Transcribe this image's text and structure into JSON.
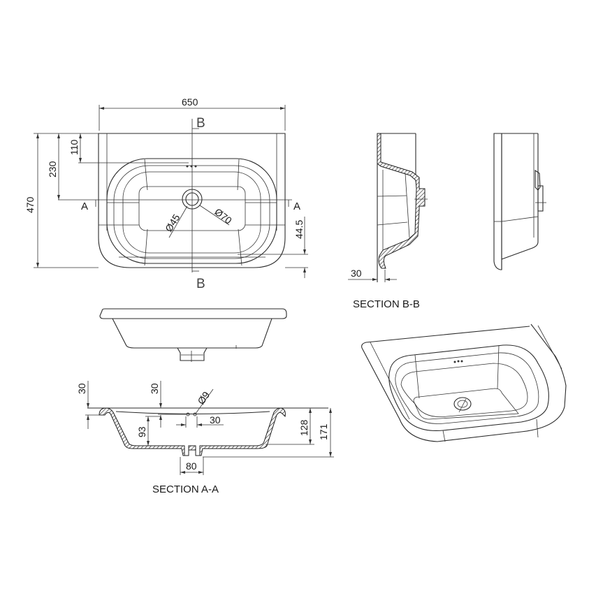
{
  "drawing": {
    "title": "Washbasin technical drawing",
    "colors": {
      "line": "#2a2a2a",
      "background": "#ffffff"
    },
    "plan_view": {
      "width_label": "650",
      "height_label": "470",
      "dim_230": "230",
      "dim_110": "110",
      "dim_44_5": "44.5",
      "waste_diameter": "Ø45",
      "waste_outer_diameter": "Ø70",
      "section_a_left": "A",
      "section_a_right": "A",
      "section_b_top": "B",
      "section_b_bottom": "B"
    },
    "section_bb": {
      "title": "SECTION B-B",
      "dim_30": "30"
    },
    "section_aa": {
      "title": "SECTION A-A",
      "dim_30_left": "30",
      "dim_30_mid": "30",
      "overflow_diameter": "Ø9",
      "dim_30_overflow": "30",
      "dim_93": "93",
      "dim_128": "128",
      "dim_171": "171",
      "dim_80": "80"
    }
  }
}
